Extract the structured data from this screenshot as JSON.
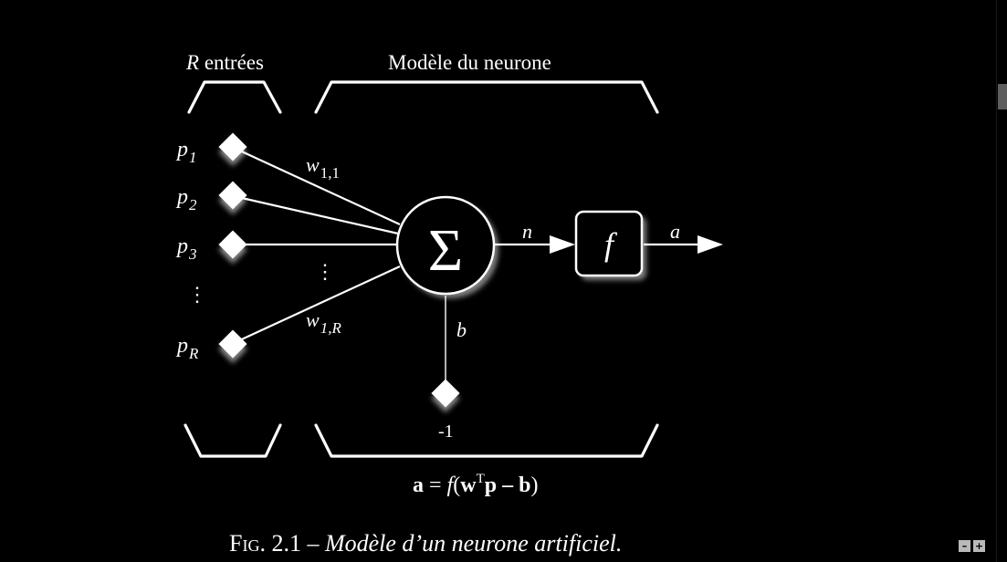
{
  "diagram": {
    "inputs_label_var": "R",
    "inputs_label_text": "entrées",
    "model_label": "Modèle du neurone",
    "inputs": [
      {
        "var": "p",
        "sub": "1"
      },
      {
        "var": "p",
        "sub": "2"
      },
      {
        "var": "p",
        "sub": "3"
      },
      {
        "var": "p",
        "sub": "R"
      }
    ],
    "vdots": "⋮",
    "weight_first": {
      "var": "w",
      "sub": "1,1"
    },
    "weight_last": {
      "var": "w",
      "sub": "1,R"
    },
    "sum_symbol": "Σ",
    "n_label": "n",
    "f_label": "f",
    "a_label": "a",
    "b_label": "b",
    "bias_input": "-1",
    "equation": {
      "a": "a",
      "eq": " = ",
      "f": "f",
      "open": "(",
      "w": "w",
      "sup": "T",
      "p": "p",
      "minus": " – ",
      "b": "b",
      "close": ")"
    }
  },
  "caption": {
    "label": "Fig. 2.1",
    "dash": " – ",
    "text": "Modèle d’un neurone artificiel."
  },
  "controls": {
    "zoom_out": "–",
    "zoom_in": "+"
  }
}
